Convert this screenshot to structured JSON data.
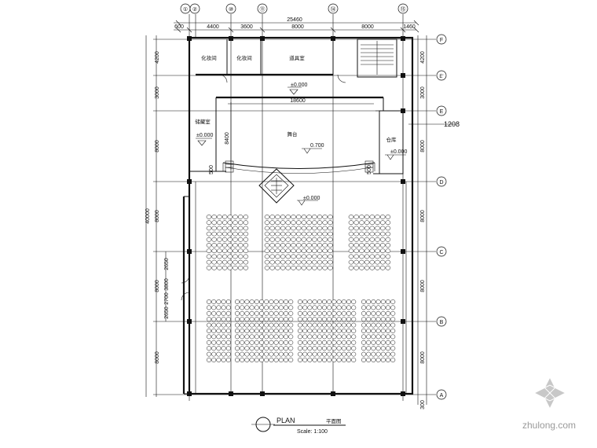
{
  "axes_top": [
    "①",
    "②",
    "⑩",
    "⑪",
    "⑭",
    "⑮"
  ],
  "axes_right": [
    "F",
    "E'",
    "E",
    "D",
    "C",
    "B",
    "A"
  ],
  "dims_top": {
    "overall": "25460",
    "segments": [
      "600",
      "4400",
      "3600",
      "8000",
      "8000",
      "1460"
    ]
  },
  "dims_left": {
    "overall": "40000",
    "segments": [
      "4200",
      "3000",
      "8000",
      "8000",
      "8000",
      "8000"
    ],
    "door_left": [
      "2650",
      "3800",
      "2700",
      "2650"
    ]
  },
  "dims_right": [
    "4200",
    "3000",
    "8000",
    "8000",
    "8000",
    "8000",
    "300"
  ],
  "dims_interior": {
    "stage_width": "18600",
    "stage_depth": "8400",
    "grid_e_level": "1208",
    "left_500": "500",
    "right_500": "500"
  },
  "rooms": {
    "room1": "化妆间",
    "room2": "化妆间",
    "room3": "道具室",
    "left_side": "储藏室",
    "right_side": "仓库",
    "stage": "舞台"
  },
  "levels": {
    "corridor": "±0.000",
    "left_room": "±0.000",
    "stage": "0.700",
    "right_room": "±0.000",
    "hall": "±0.000"
  },
  "title": {
    "en": "PLAN",
    "cn": "平面图",
    "scale": "Scale: 1:100"
  },
  "watermark": "zhulong.com"
}
